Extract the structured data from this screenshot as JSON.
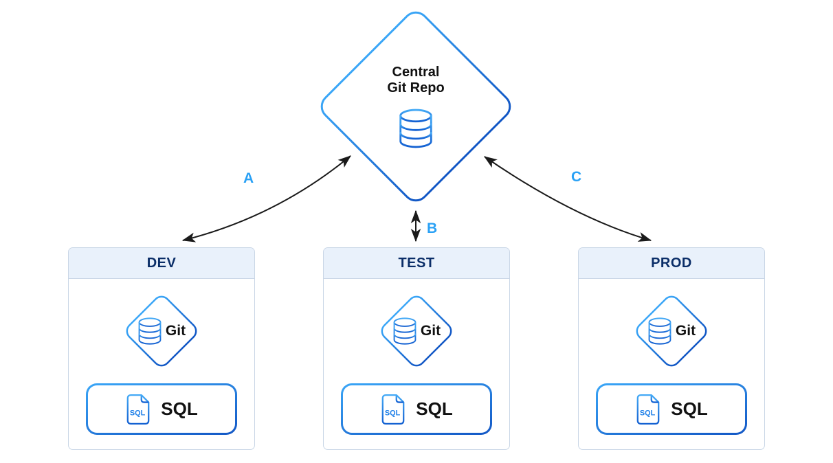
{
  "central": {
    "title_lines": [
      "Central",
      "Git Repo"
    ],
    "icon": "database-icon"
  },
  "connections": [
    {
      "label": "A",
      "from": "DEV",
      "to": "Central Git Repo",
      "style": "curved-double-arrow"
    },
    {
      "label": "B",
      "from": "TEST",
      "to": "Central Git Repo",
      "style": "straight-double-arrow"
    },
    {
      "label": "C",
      "from": "PROD",
      "to": "Central Git Repo",
      "style": "curved-double-arrow"
    }
  ],
  "environments": [
    {
      "name": "DEV",
      "git_label": "Git",
      "sql_label": "SQL",
      "sql_icon_text": "SQL"
    },
    {
      "name": "TEST",
      "git_label": "Git",
      "sql_label": "SQL",
      "sql_icon_text": "SQL"
    },
    {
      "name": "PROD",
      "git_label": "Git",
      "sql_label": "SQL",
      "sql_icon_text": "SQL"
    }
  ],
  "colors": {
    "accent_blue": "#2aa1f5",
    "gradient_light": "#3aa6f7",
    "gradient_dark": "#1257c5",
    "title_navy": "#0b2e68",
    "header_bg": "#e9f1fb",
    "box_border": "#c9d6e6",
    "arrow_black": "#1a1a1a",
    "text_black": "#111111",
    "background": "#ffffff"
  }
}
